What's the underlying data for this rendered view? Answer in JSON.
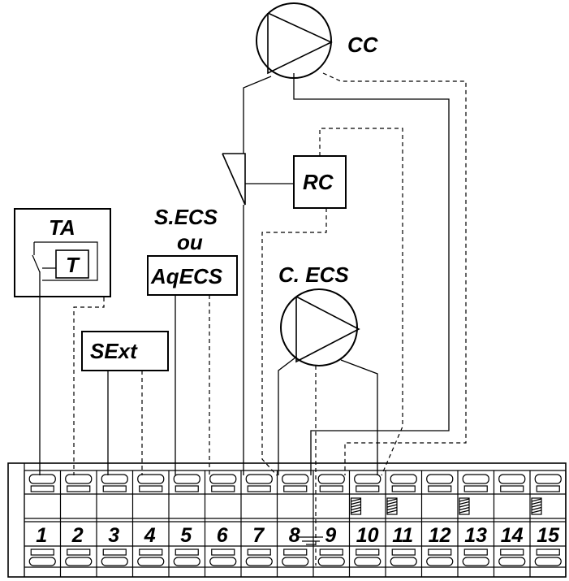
{
  "labels": {
    "cc": "CC",
    "rc": "RC",
    "ta": "TA",
    "t": "T",
    "secs": "S.ECS",
    "ou": "ou",
    "aqecs": "AqECS",
    "cecs": "C. ECS",
    "sext": "SExt"
  },
  "terminals": [
    "1",
    "2",
    "3",
    "4",
    "5",
    "6",
    "7",
    "8",
    "9",
    "10",
    "11",
    "12",
    "13",
    "14",
    "15"
  ],
  "colors": {
    "line": "#000000",
    "background": "#ffffff"
  },
  "icons": {
    "pump": "pump-icon",
    "valve": "three-way-valve-icon",
    "thermostat": "thermostat-icon",
    "ground": "ground-icon",
    "resistor": "resistor-icon"
  }
}
